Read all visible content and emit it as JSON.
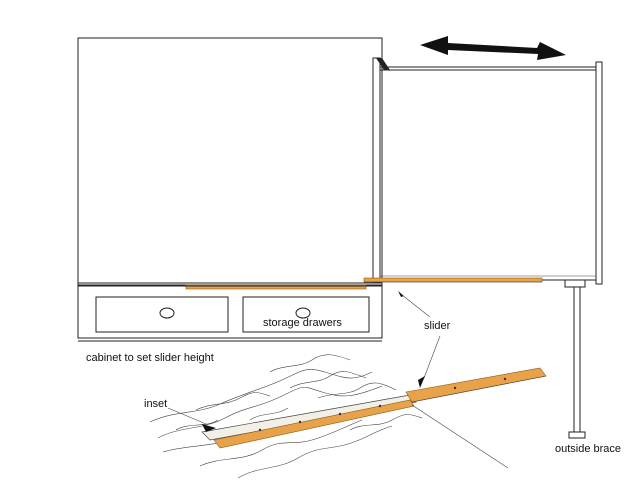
{
  "labels": {
    "storage_drawers": "storage drawers",
    "cabinet": "cabinet to set slider height",
    "slider": "slider",
    "inset": "inset",
    "outside_brace": "outside brace"
  },
  "colors": {
    "slider_board": "#e8a24a",
    "line": "#222222",
    "background": "#ffffff"
  }
}
